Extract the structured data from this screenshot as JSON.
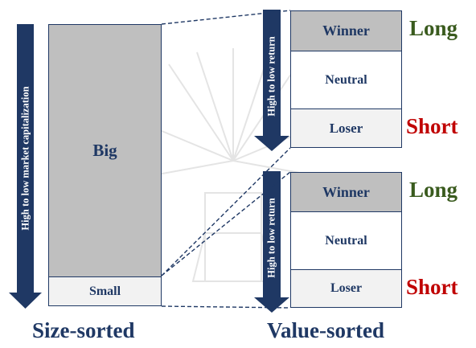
{
  "size_sorted": {
    "axis_label": "High to low market capitalization",
    "big_label": "Big",
    "small_label": "Small",
    "caption": "Size-sorted"
  },
  "value_sorted": {
    "axis_label": "High to low return",
    "caption": "Value-sorted",
    "top_group": {
      "winner": "Winner",
      "neutral": "Neutral",
      "loser": "Loser",
      "long": "Long",
      "short": "Short"
    },
    "bottom_group": {
      "winner": "Winner",
      "neutral": "Neutral",
      "loser": "Loser",
      "long": "Long",
      "short": "Short"
    }
  },
  "colors": {
    "navy": "#1f3864",
    "gray_fill": "#bfbfbf",
    "light_fill": "#f2f2f2",
    "long_green": "#3a5b1e",
    "short_red": "#c00000"
  }
}
